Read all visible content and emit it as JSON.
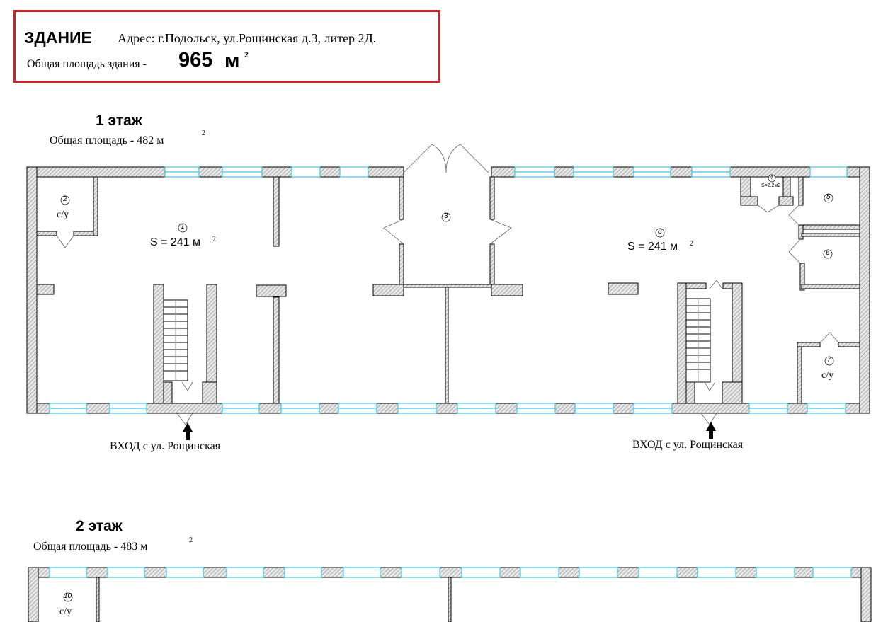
{
  "building": {
    "title": "ЗДАНИЕ",
    "address": "Адрес: г.Подольск, ул.Рощинская д.3, литер 2Д.",
    "total_area_label": "Общая площадь здания -",
    "total_area_value": "965",
    "total_area_unit": "м",
    "unit_sup": "2"
  },
  "floor1": {
    "title": "1 этаж",
    "area_label": "Общая площадь  -  482 м",
    "rooms": [
      {
        "num": "1",
        "label": "S = 241 м"
      },
      {
        "num": "2",
        "label": "с/у"
      },
      {
        "num": "3",
        "label": ""
      },
      {
        "num": "4",
        "label": "S=2.2м2"
      },
      {
        "num": "5",
        "label": ""
      },
      {
        "num": "6",
        "label": ""
      },
      {
        "num": "7",
        "label": "с/у"
      },
      {
        "num": "8",
        "label": "S = 241 м"
      }
    ],
    "entry_left": "ВХОД с ул. Рощинская",
    "entry_right": "ВХОД с ул. Рощинская"
  },
  "floor2": {
    "title": "2 этаж",
    "area_label": "Общая площадь  -  483 м",
    "rooms": [
      {
        "num": "10",
        "label": "с/у"
      }
    ]
  },
  "colors": {
    "frame": "#d0222b",
    "window": "#3cc8e6",
    "wall_hatch": "#888888"
  }
}
